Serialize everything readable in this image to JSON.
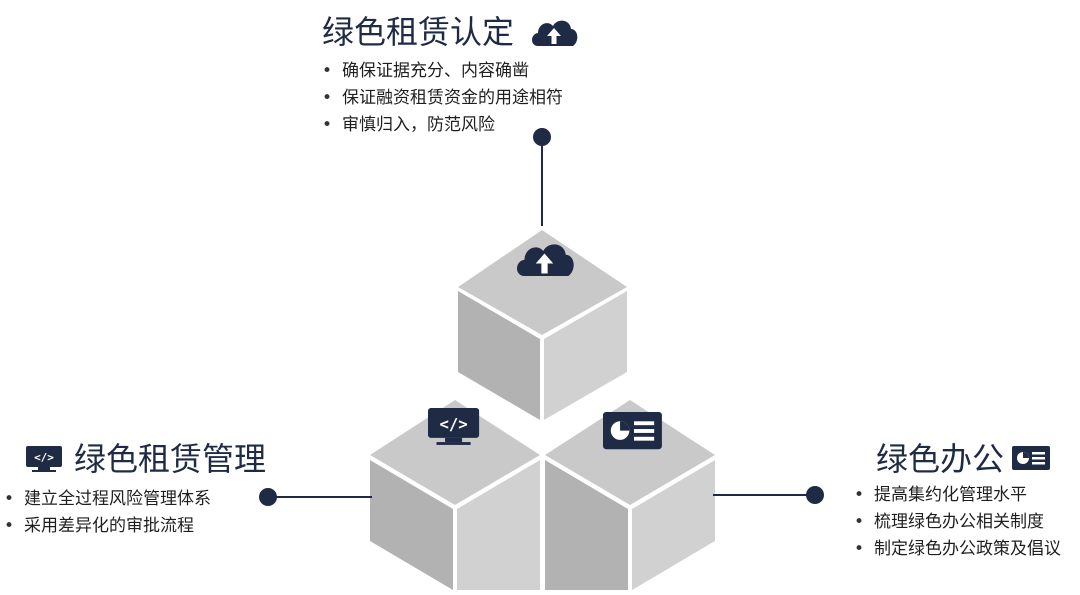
{
  "top_section": {
    "title": "绿色租赁认定",
    "icon": "cloud-upload-icon",
    "items": [
      "确保证据充分、内容确凿",
      "保证融资租赁资金的用途相符",
      "审慎归入，防范风险"
    ]
  },
  "left_section": {
    "title": "绿色租赁管理",
    "icon": "code-monitor-icon",
    "items": [
      "建立全过程风险管理体系",
      "采用差异化的审批流程"
    ]
  },
  "right_section": {
    "title": "绿色办公",
    "icon": "presentation-chart-icon",
    "items": [
      "提高集约化管理水平",
      "梳理绿色办公相关制度",
      "制定绿色办公政策及倡议"
    ]
  },
  "colors": {
    "navy": "#1f2a44",
    "cube_top": "#c8c8c8",
    "cube_left": "#b4b4b4",
    "cube_right": "#d0d0d0"
  }
}
